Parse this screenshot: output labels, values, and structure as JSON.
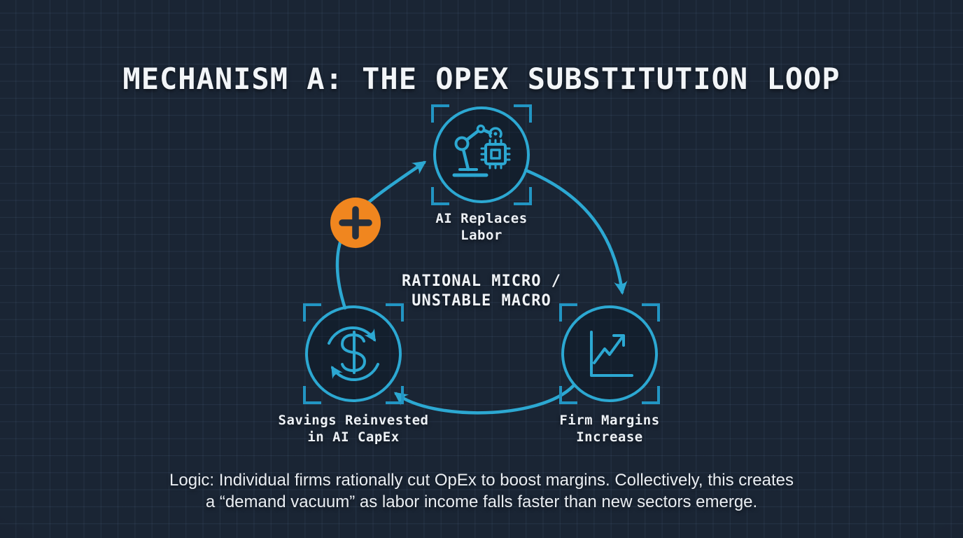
{
  "title": "MECHANISM A: THE OPEX SUBSTITUTION LOOP",
  "center_caption": {
    "line1": "RATIONAL MICRO /",
    "line2": "UNSTABLE MACRO"
  },
  "loop_marker": {
    "icon": "plus-icon",
    "symbol": "+"
  },
  "nodes": {
    "top": {
      "label_line1": "AI Replaces",
      "label_line2": "Labor",
      "icon": "robot-arm-chip-icon"
    },
    "bottom_right": {
      "label_line1": "Firm Margins",
      "label_line2": "Increase",
      "icon": "line-chart-up-icon"
    },
    "bottom_left": {
      "label_line1": "Savings Reinvested",
      "label_line2": "in AI CapEx",
      "icon": "dollar-recycle-icon"
    }
  },
  "flows": [
    {
      "from": "top",
      "to": "bottom_right"
    },
    {
      "from": "bottom_right",
      "to": "bottom_left"
    },
    {
      "from": "bottom_left",
      "to": "top"
    }
  ],
  "footer": {
    "line1": "Logic: Individual firms rationally cut OpEx to boost margins. Collectively, this creates",
    "line2": "a “demand vacuum” as labor income falls faster than new sectors emerge."
  },
  "colors": {
    "background": "#1A2534",
    "grid_line": "#33435C",
    "accent_cyan": "#2CA8D2",
    "bracket_cyan": "#2295C3",
    "marker_orange": "#F0861F",
    "plus_glyph_dark": "#242F3D",
    "text": "#EDF1F6"
  }
}
